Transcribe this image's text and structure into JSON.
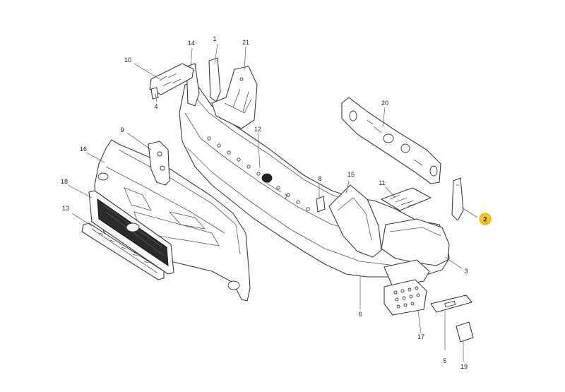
{
  "diagram": {
    "highlight_color": "#f5c81a",
    "callouts": [
      {
        "id": "c1",
        "label": "1",
        "highlighted": false
      },
      {
        "id": "c2",
        "label": "2",
        "highlighted": true
      },
      {
        "id": "c3",
        "label": "3",
        "highlighted": false
      },
      {
        "id": "c4",
        "label": "4",
        "highlighted": false
      },
      {
        "id": "c5",
        "label": "5",
        "highlighted": false
      },
      {
        "id": "c6",
        "label": "6",
        "highlighted": false
      },
      {
        "id": "c7",
        "label": "7",
        "highlighted": false
      },
      {
        "id": "c8",
        "label": "8",
        "highlighted": false
      },
      {
        "id": "c9",
        "label": "9",
        "highlighted": false
      },
      {
        "id": "c10",
        "label": "10",
        "highlighted": false
      },
      {
        "id": "c11",
        "label": "11",
        "highlighted": false
      },
      {
        "id": "c12",
        "label": "12",
        "highlighted": false
      },
      {
        "id": "c13",
        "label": "13",
        "highlighted": false
      },
      {
        "id": "c14",
        "label": "14",
        "highlighted": false
      },
      {
        "id": "c15",
        "label": "15",
        "highlighted": false
      },
      {
        "id": "c16",
        "label": "16",
        "highlighted": false
      },
      {
        "id": "c17",
        "label": "17",
        "highlighted": false
      },
      {
        "id": "c18",
        "label": "18",
        "highlighted": false
      },
      {
        "id": "c19",
        "label": "19",
        "highlighted": false
      },
      {
        "id": "c20",
        "label": "20",
        "highlighted": false
      },
      {
        "id": "c21",
        "label": "21",
        "highlighted": false
      }
    ]
  }
}
